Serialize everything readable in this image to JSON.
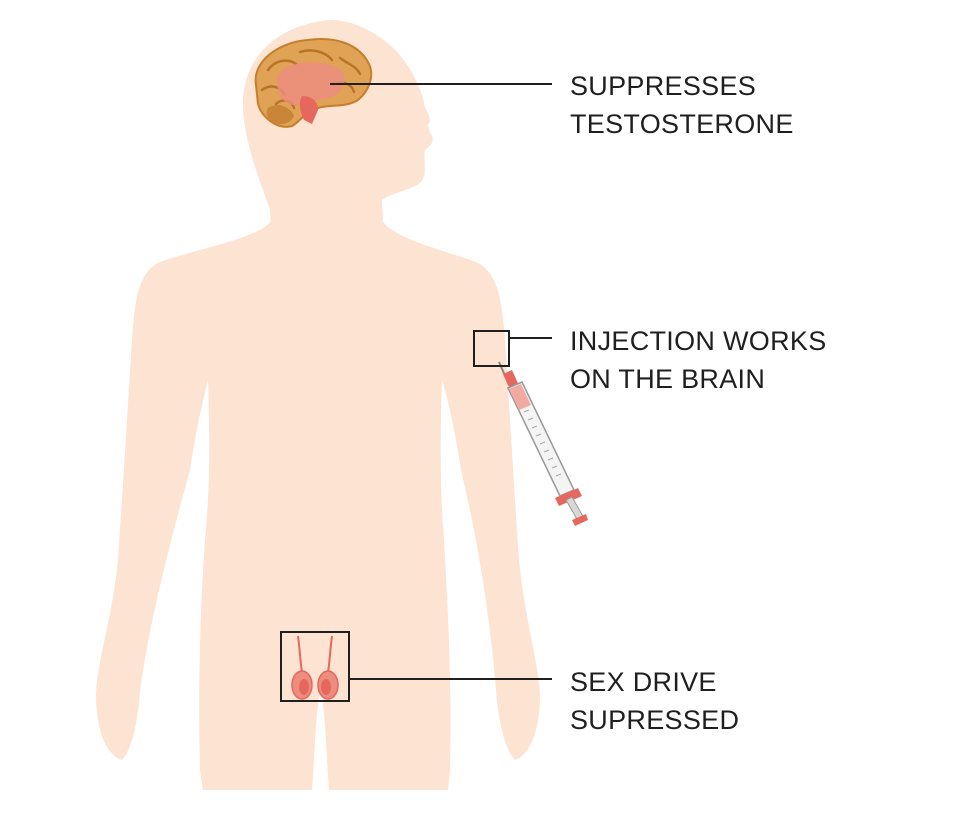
{
  "callouts": {
    "brain": {
      "line1": "SUPPRESSES",
      "line2": "TESTOSTERONE",
      "icon": "brain-icon"
    },
    "injection": {
      "line1": "INJECTION WORKS",
      "line2": "ON THE BRAIN",
      "icon": "syringe-icon"
    },
    "libido": {
      "line1": "SEX DRIVE",
      "line2": "SUPRESSED",
      "icon": "testes-icon"
    }
  },
  "colors": {
    "skin": "#fde3d2",
    "brain_outer": "#e0a356",
    "brain_inner": "#ec8d7f",
    "accent_red": "#e5675e",
    "leader_line": "#1f1f1f"
  }
}
